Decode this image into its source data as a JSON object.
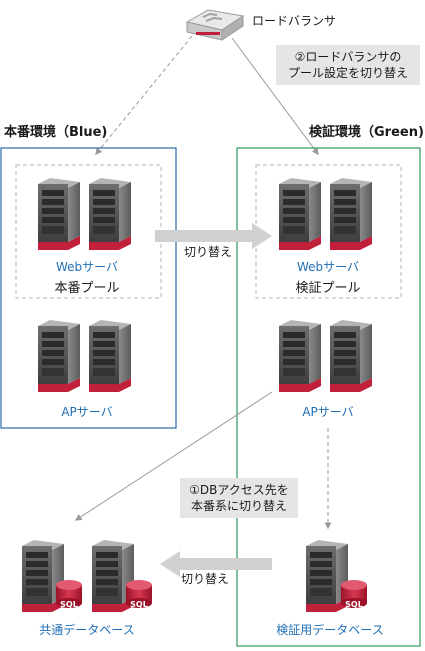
{
  "load_balancer": {
    "label": "ロードバランサ"
  },
  "note_switch_pool": {
    "line1": "②ロードバランサの",
    "line2": "プール設定を切り替え"
  },
  "envs": {
    "blue": {
      "title": "本番環境（Blue)",
      "web_label": "Webサーバ",
      "pool_label": "本番プール",
      "ap_label": "APサーバ",
      "border_color": "#2a6aa6"
    },
    "green": {
      "title": "検証環境（Green)",
      "web_label": "Webサーバ",
      "pool_label": "検証プール",
      "ap_label": "APサーバ",
      "border_color": "#2e9a5e"
    }
  },
  "arrow_switch_pool": {
    "label": "切り替え"
  },
  "note_db_access": {
    "line1": "①DBアクセス先を",
    "line2": "本番系に切り替え"
  },
  "arrow_switch_db": {
    "label": "切り替え"
  },
  "shared_db": {
    "label": "共通データベース",
    "badge": "SQL"
  },
  "test_db": {
    "label": "検証用データベース",
    "badge": "SQL"
  },
  "colors": {
    "accent_red": "#c0203a",
    "link_blue": "#1f6fb5",
    "arrow_gray": "#d0d0d0"
  }
}
